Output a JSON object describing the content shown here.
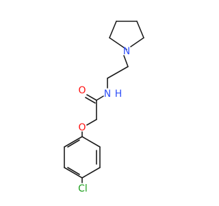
{
  "molecule": {
    "atoms": {
      "N_pyrrolidine": {
        "label": "N",
        "color": "#3050F8"
      },
      "N_amide": {
        "label": "N",
        "color": "#3050F8"
      },
      "H_amide": {
        "label": "H",
        "color": "#3050F8"
      },
      "O_carbonyl": {
        "label": "O",
        "color": "#FF0D0D"
      },
      "O_ether": {
        "label": "O",
        "color": "#FF0D0D"
      },
      "Cl": {
        "label": "Cl",
        "color": "#1FA01F"
      }
    },
    "bond_color": "#1a1a1a"
  }
}
